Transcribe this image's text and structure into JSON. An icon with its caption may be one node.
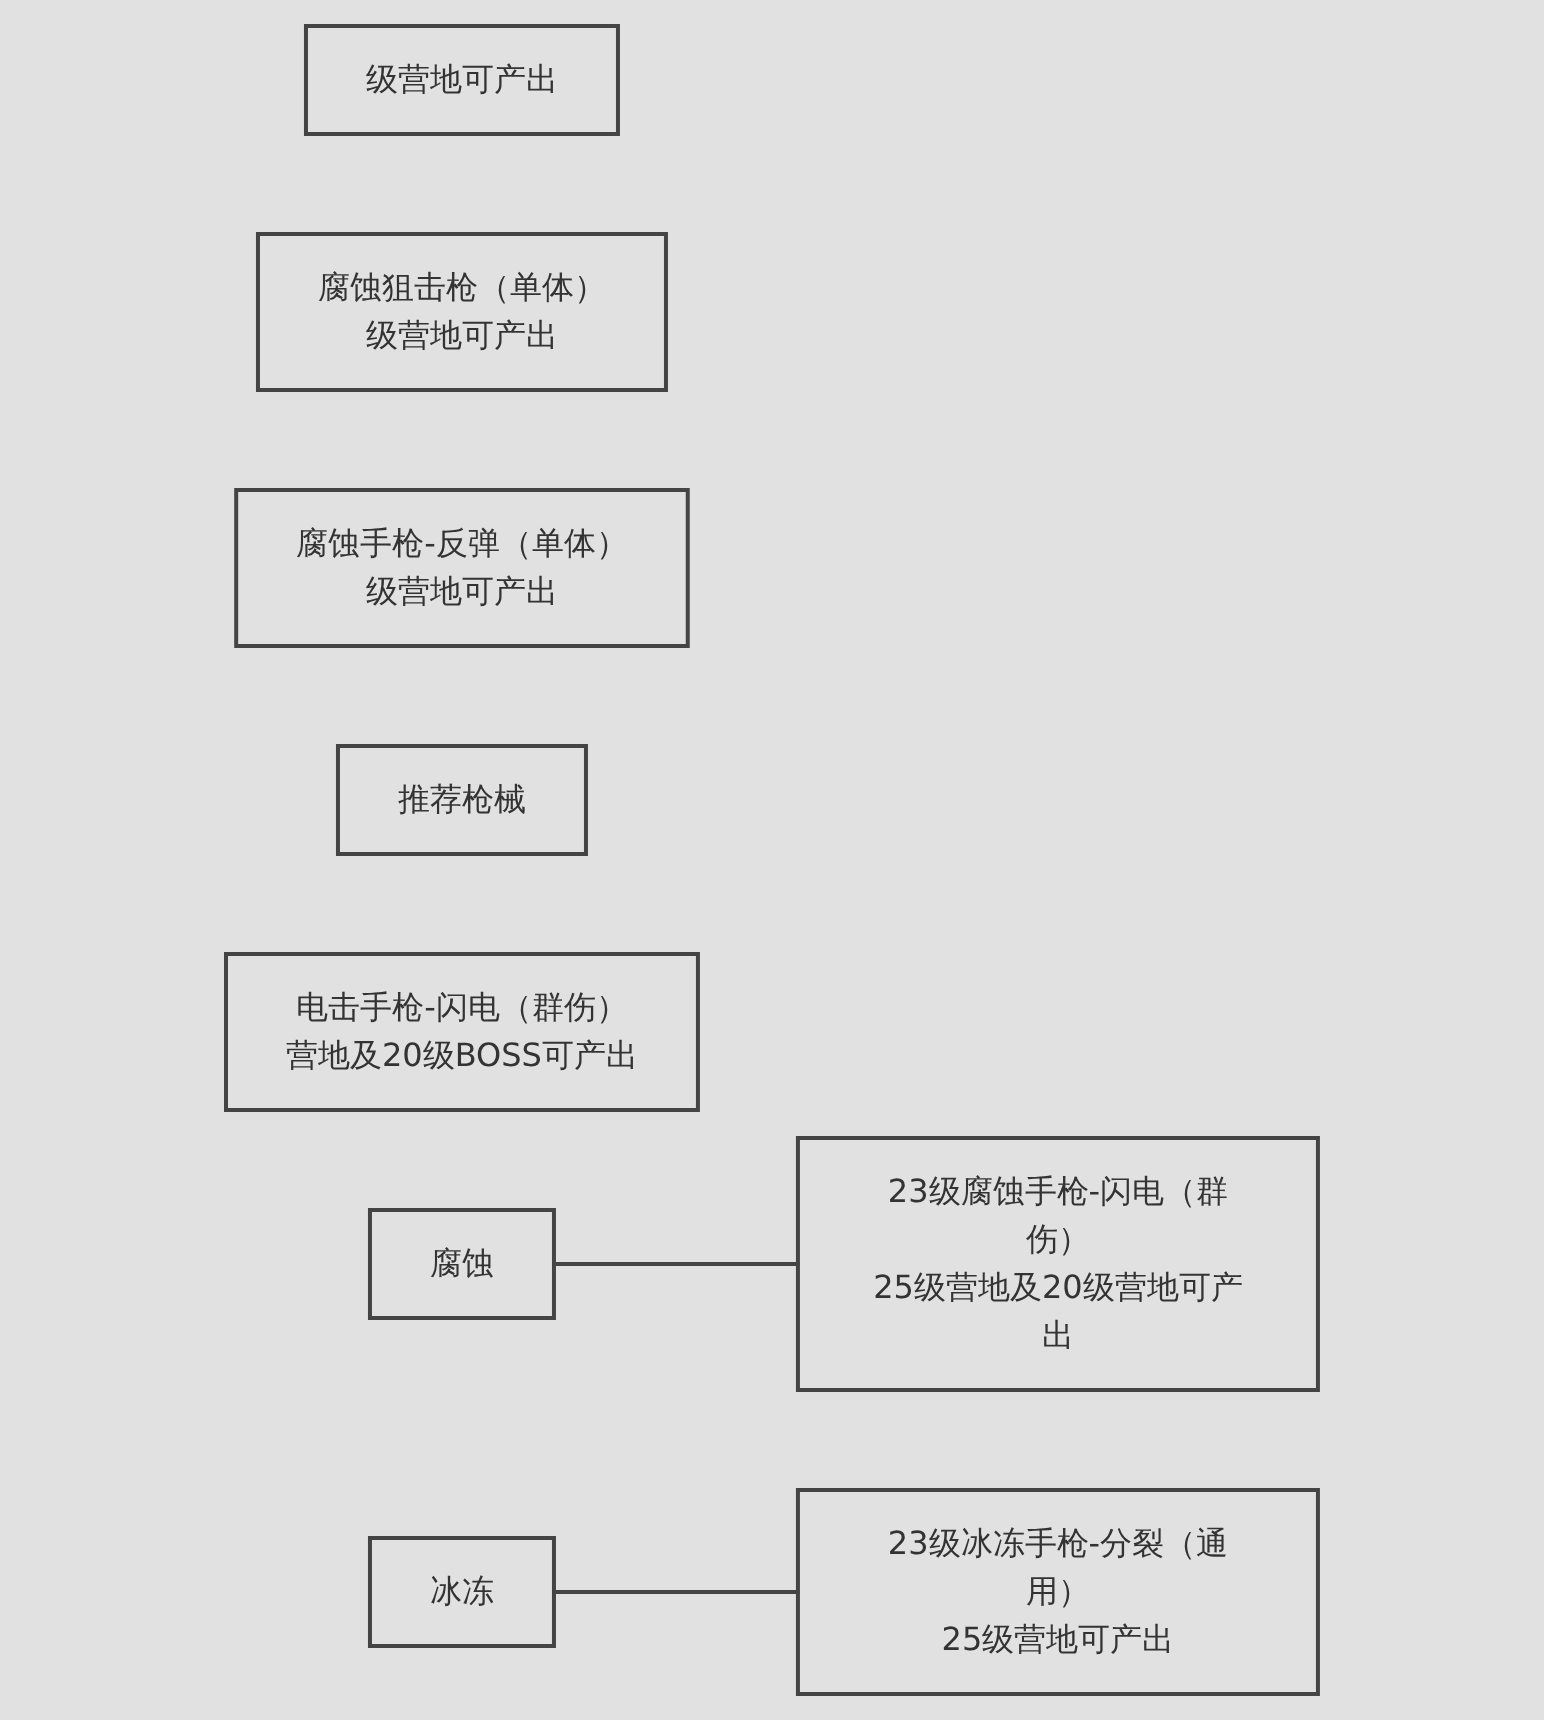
{
  "diagram": {
    "nodes": [
      {
        "text": [
          "级营地可产出"
        ]
      },
      {
        "text": [
          "腐蚀狙击枪（单体）",
          "级营地可产出"
        ]
      },
      {
        "text": [
          "腐蚀手枪-反弹（单体）",
          "级营地可产出"
        ]
      },
      {
        "text": [
          "推荐枪械"
        ]
      },
      {
        "text": [
          "电击手枪-闪电（群伤）",
          "营地及20级BOSS可产出"
        ]
      },
      {
        "text": [
          "腐蚀"
        ]
      },
      {
        "text": [
          "23级腐蚀手枪-闪电（群伤）",
          "25级营地及20级营地可产出"
        ]
      },
      {
        "text": [
          "冰冻"
        ]
      },
      {
        "text": [
          "23级冰冻手枪-分裂（通用）",
          "25级营地可产出"
        ]
      }
    ],
    "edges": [
      {
        "from": 5,
        "to": 6,
        "arrow": "none"
      },
      {
        "from": 7,
        "to": 8,
        "arrow": "none"
      }
    ]
  }
}
